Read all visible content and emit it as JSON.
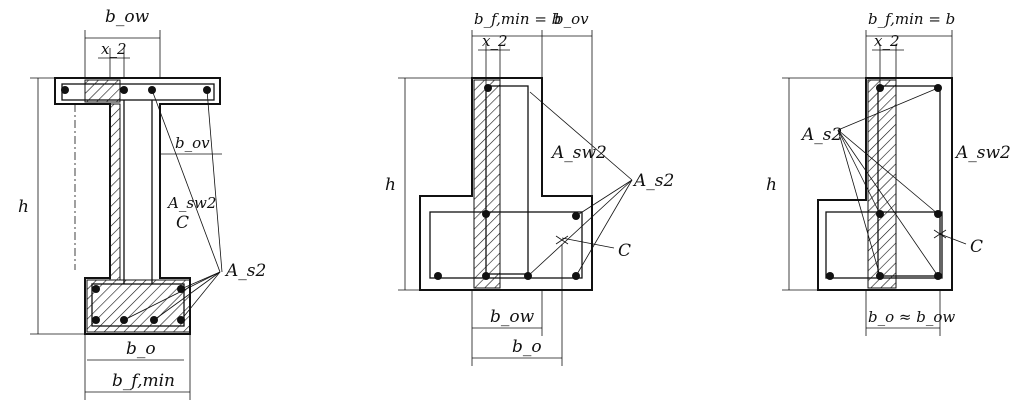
{
  "figures": [
    {
      "name": "i-beam",
      "labels": {
        "b_ow": "b_ow",
        "x2": "x_2",
        "h": "h",
        "b_ov": "b_ov",
        "A_sw2": "A_sw2",
        "C": "C",
        "A_s2": "A_s2",
        "b_o": "b_o",
        "b_fmin": "b_f,min"
      }
    },
    {
      "name": "t-beam",
      "labels": {
        "b_fmin_eq": "b_f,min = b",
        "b_ov": "b_ov",
        "x2": "x_2",
        "h": "h",
        "A_sw2": "A_sw2",
        "A_s2": "A_s2",
        "C": "C",
        "b_ow": "b_ow",
        "b_o": "b_o"
      }
    },
    {
      "name": "inverted-t-beam",
      "labels": {
        "b_fmin_eq": "b_f,min = b",
        "x2": "x_2",
        "h": "h",
        "A_s2": "A_s2",
        "A_sw2": "A_sw2",
        "C": "C",
        "b_o_approx": "b_o ≈ b_ow"
      }
    }
  ]
}
